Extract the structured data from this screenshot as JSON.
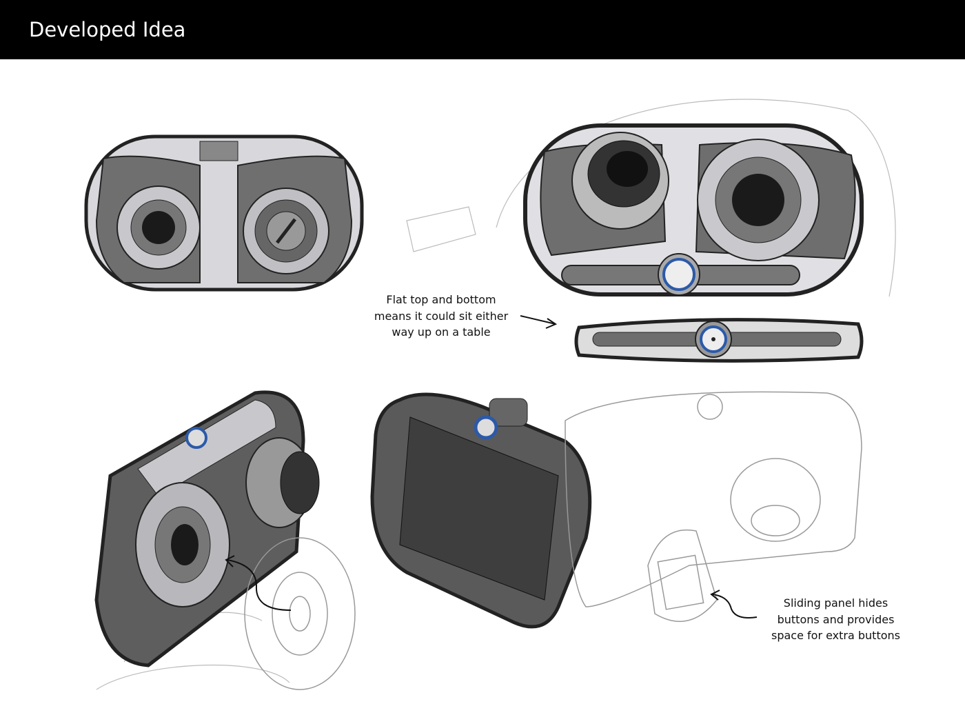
{
  "header": {
    "title": "Developed Idea"
  },
  "annotations": {
    "flat_top": [
      "Flat top and bottom",
      "means it could sit either",
      "way up on a table"
    ],
    "sliding_panel": [
      "Sliding panel hides",
      "buttons and provides",
      "space for extra buttons"
    ]
  },
  "colors": {
    "header_bg": "#000000",
    "body_grey": "#6e6e6e",
    "accent_blue": "#2c5aa8"
  }
}
